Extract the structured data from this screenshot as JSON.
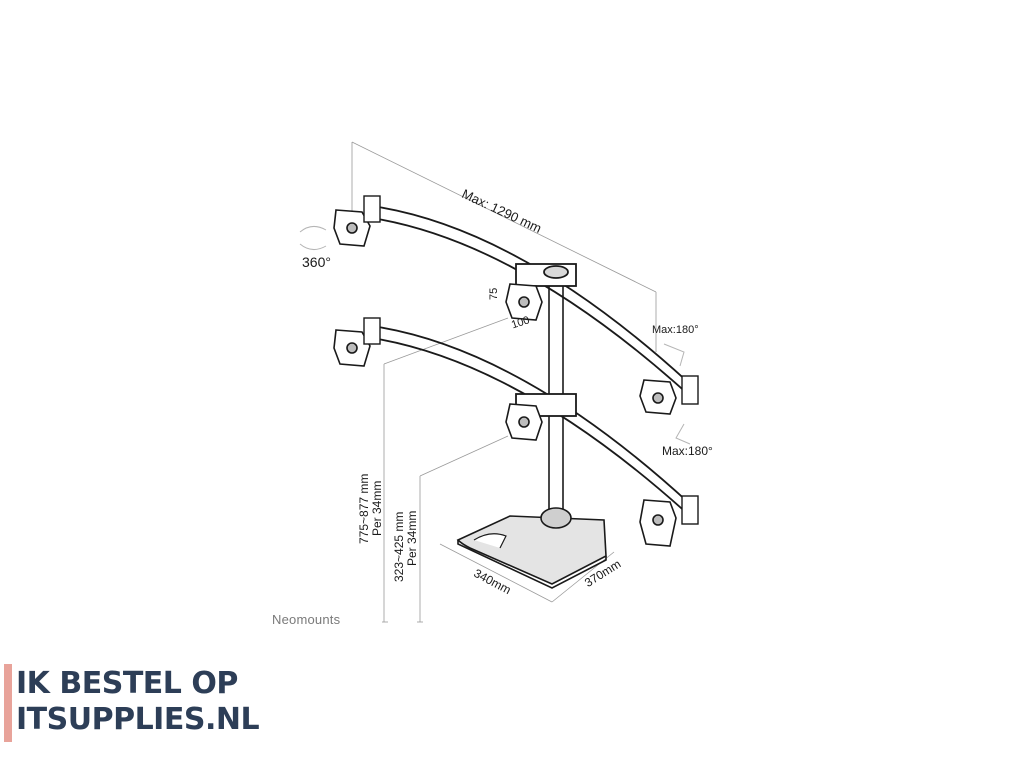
{
  "product_diagram": {
    "max_width_label": "Max: 1290 mm",
    "rotation_label": "360°",
    "tilt_top_label": "Max:180°",
    "tilt_bottom_label": "Max:180°",
    "vesa_v_label": "75",
    "vesa_h_label": "100",
    "height_upper_label": "775~877 mm",
    "height_upper_step": "Per 34mm",
    "height_lower_label": "323~425 mm",
    "height_lower_step": "Per 34mm",
    "base_width_label": "340mm",
    "base_depth_label": "370mm"
  },
  "brand": {
    "watermark": "Neomounts"
  },
  "promo": {
    "line1": "IK BESTEL OP",
    "line2": "ITSUPPLIES.NL",
    "bar_color": "#e8a39a",
    "text_color": "#2d3e57"
  }
}
